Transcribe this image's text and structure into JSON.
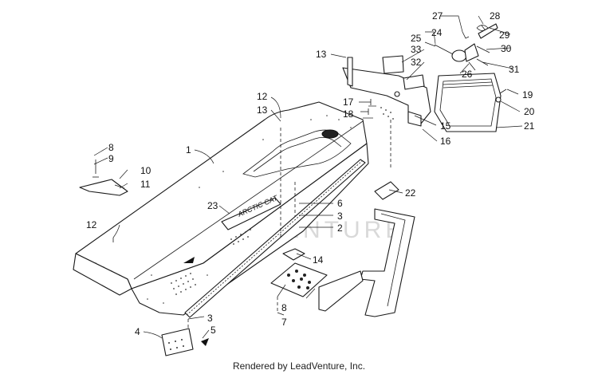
{
  "callouts": [
    "1",
    "2",
    "3",
    "3",
    "3",
    "4",
    "5",
    "6",
    "7",
    "8",
    "8",
    "9",
    "10",
    "11",
    "12",
    "12",
    "13",
    "13",
    "14",
    "15",
    "16",
    "17",
    "18",
    "19",
    "20",
    "21",
    "22",
    "23",
    "24",
    "25",
    "26",
    "27",
    "28",
    "29",
    "30",
    "31",
    "32",
    "33"
  ],
  "watermark": "LEADVENTURE",
  "footer": "Rendered by LeadVenture, Inc.",
  "colors": {
    "line": "#1a1a1a",
    "background": "#ffffff",
    "watermark": "#d9d9d9"
  }
}
